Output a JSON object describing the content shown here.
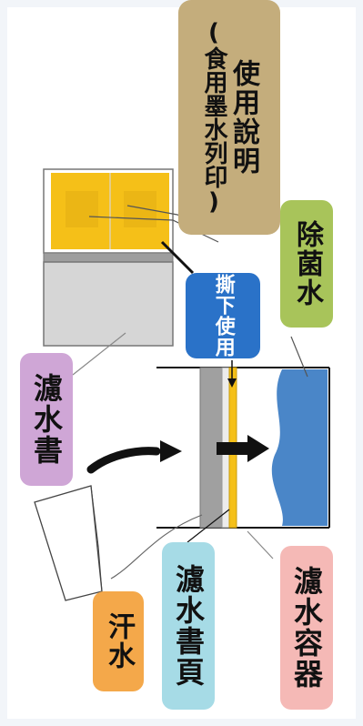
{
  "labels": {
    "manual_line1": "使用說明",
    "manual_line2": "(食用墨水列印)",
    "sterile_water": "除菌水",
    "tear_line1": "撕下",
    "tear_line2": "使用",
    "filter_book": "濾水書",
    "sweat": "汗水",
    "filter_page": "濾水書頁",
    "filter_container": "濾水容器"
  },
  "colors": {
    "manual_bg": "#c4ad7c",
    "sterile_bg": "#a8c45a",
    "tear_bg": "#2a72c8",
    "book_bg": "#cfa6d6",
    "sweat_bg": "#f4a84a",
    "page_bg": "#a6dbe6",
    "container_bg": "#f5b9b6",
    "water": "#4a86c8",
    "book_page_yellow": "#f5c018",
    "filter_gray": "#9e9e9e"
  }
}
